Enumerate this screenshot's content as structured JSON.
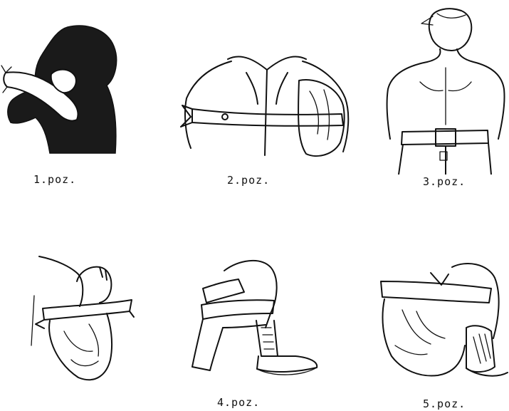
{
  "captions": {
    "pos1": "1.poz.",
    "pos2": "2.poz.",
    "pos3": "3.poz.",
    "pos4a": "4.poz.",
    "pos5": "5.poz."
  },
  "colors": {
    "ink": "#111111",
    "background": "#ffffff"
  }
}
